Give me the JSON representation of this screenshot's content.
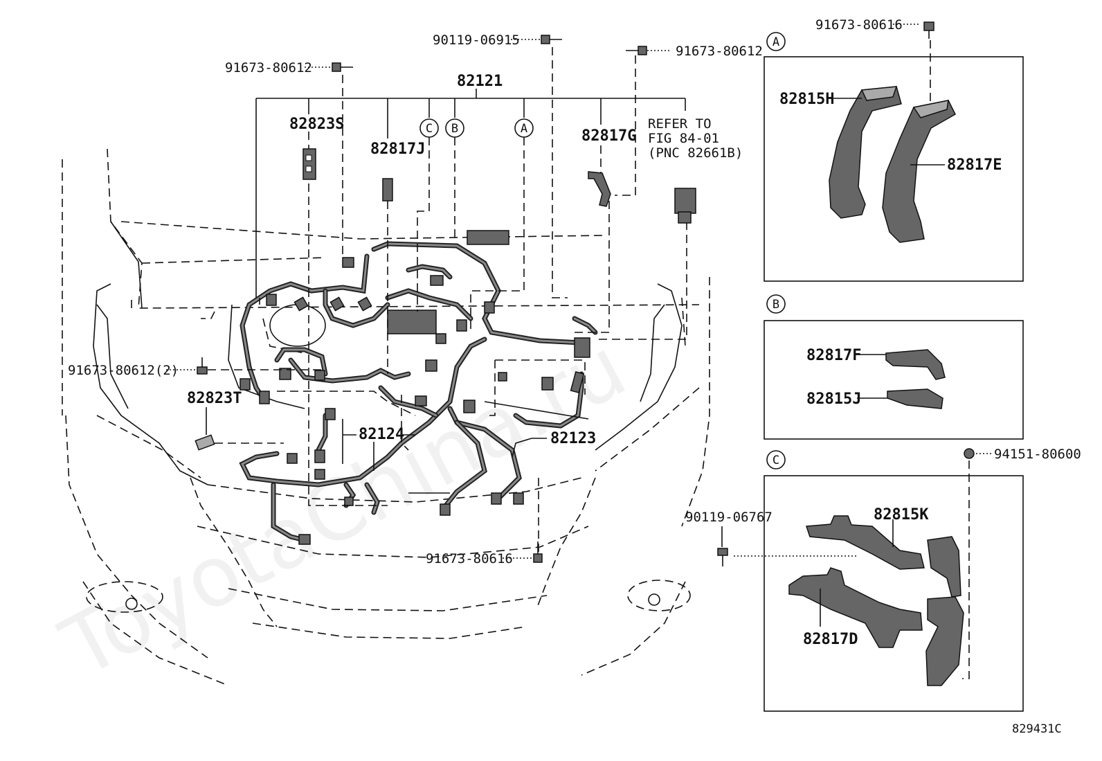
{
  "watermark": "ToyotaChina.ru",
  "diagram_id": "829431C",
  "main": {
    "harness_main": "82121",
    "harness_engine": "82124",
    "harness_front": "82123",
    "relay_block_s": "82823S",
    "relay_block_t": "82823T",
    "protector_j": "82817J",
    "protector_g": "82817G",
    "refer_line1": "REFER TO",
    "refer_line2": "FIG 84-01",
    "refer_line3": "(PNC 82661B)",
    "bolt_top_left": "91673-80612",
    "bolt_top_center": "90119-06915",
    "bolt_top_right": "91673-80612",
    "bolt_left": "91673-80612(2)",
    "bolt_bottom": "91673-80616",
    "bolt_right": "90119-06767",
    "callout_a": "A",
    "callout_b": "B",
    "callout_c": "C"
  },
  "panel_a": {
    "marker": "A",
    "bolt": "91673-80616",
    "part_h": "82815H",
    "part_e": "82817E"
  },
  "panel_b": {
    "marker": "B",
    "part_f": "82817F",
    "part_j": "82815J"
  },
  "panel_c": {
    "marker": "C",
    "clip": "94151-80600",
    "part_k": "82815K",
    "part_d": "82817D"
  }
}
